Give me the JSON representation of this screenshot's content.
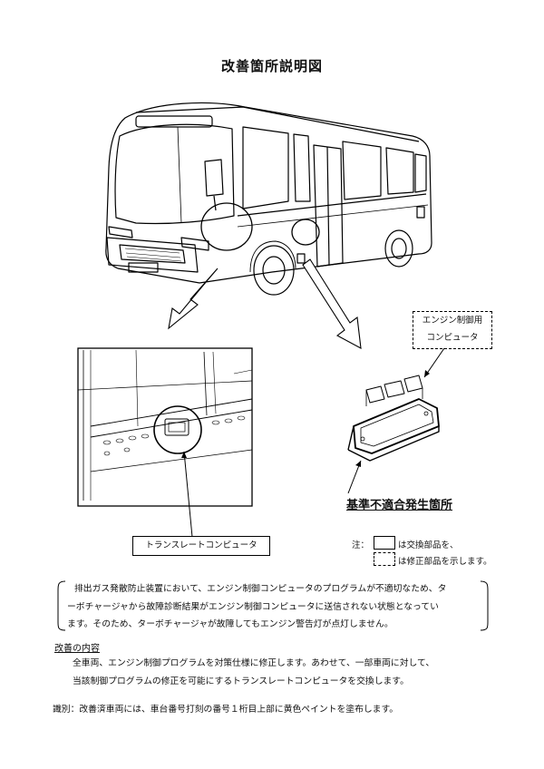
{
  "title": "改善箇所説明図",
  "callouts": {
    "ecu_label_line1": "エンジン制御用",
    "ecu_label_line2": "コンピュータ",
    "nonconformity_label": "基準不適合発生箇所",
    "translate_label": "トランスレートコンピュータ"
  },
  "legend": {
    "note_prefix": "注：",
    "solid_text": "は交換部品を、",
    "dashed_text": "は修正部品を示します。"
  },
  "description": {
    "line1": "排出ガス発散防止装置において、エンジン制御コンピュータのプログラムが不適切なため、タ",
    "line2": "ーボチャージャから故障診断結果がエンジン制御コンピュータに送信されない状態となってい",
    "line3": "ます。そのため、ターボチャージャが故障してもエンジン警告灯が点灯しません。"
  },
  "improvement": {
    "heading": "改善の内容",
    "line1": "全車両、エンジン制御プログラムを対策仕様に修正します。あわせて、一部車両に対して、",
    "line2": "当該制御プログラムの修正を可能にするトランスレートコンピュータを交換します。"
  },
  "identification": "識別：改善済車両には、車台番号打刻の番号１桁目上部に黄色ペイントを塗布します。"
}
